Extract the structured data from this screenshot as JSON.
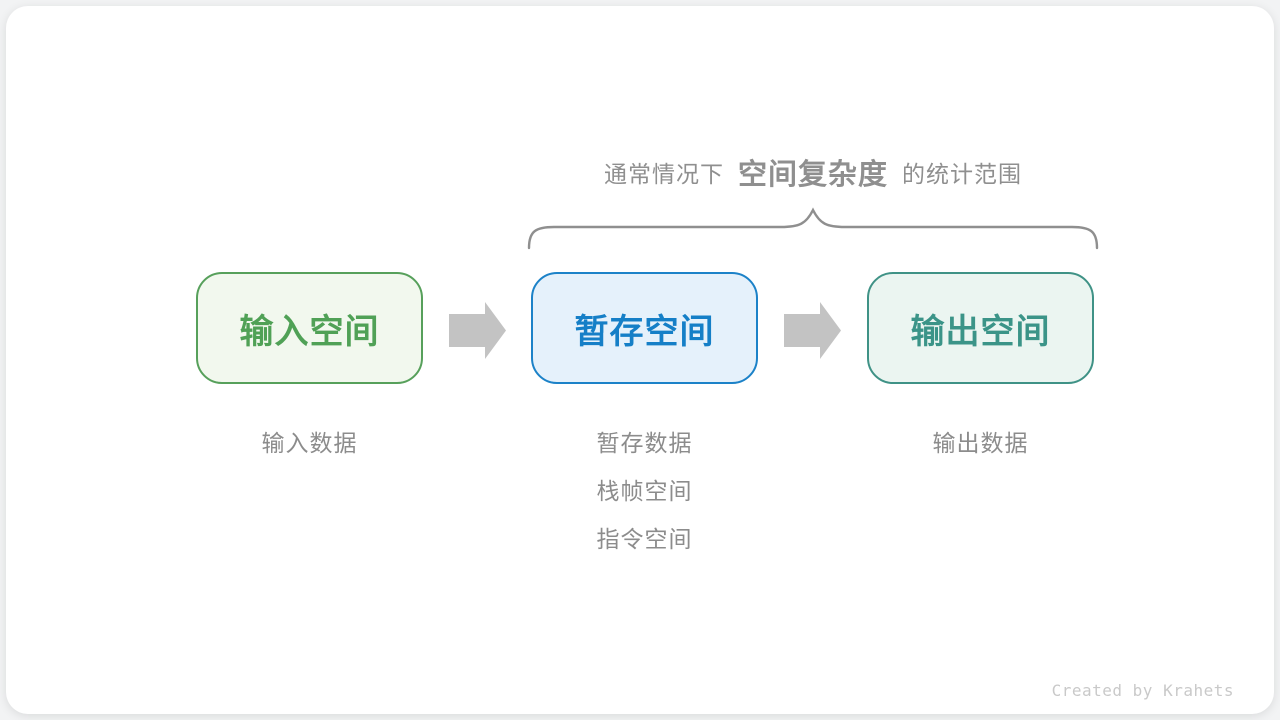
{
  "annotation": {
    "prefix": "通常情况下",
    "highlight": "空间复杂度",
    "suffix": "的统计范围"
  },
  "boxes": [
    {
      "id": "input-space",
      "label": "输入空间",
      "border_color": "#57a05b",
      "fill_color": "#f2f8ee",
      "text_color": "#50a156",
      "sublabels": [
        "输入数据"
      ]
    },
    {
      "id": "temporary-space",
      "label": "暂存空间",
      "border_color": "#1c82c8",
      "fill_color": "#e5f1fb",
      "text_color": "#157fc7",
      "sublabels": [
        "暂存数据",
        "栈帧空间",
        "指令空间"
      ]
    },
    {
      "id": "output-space",
      "label": "输出空间",
      "border_color": "#3f9286",
      "fill_color": "#ebf5f1",
      "text_color": "#3b9488",
      "sublabels": [
        "输出数据"
      ]
    }
  ],
  "arrow_color": "#c3c3c3",
  "brace_color": "#8f8f8f",
  "label_color": "#8c8c8c",
  "credit": "Created by Krahets"
}
